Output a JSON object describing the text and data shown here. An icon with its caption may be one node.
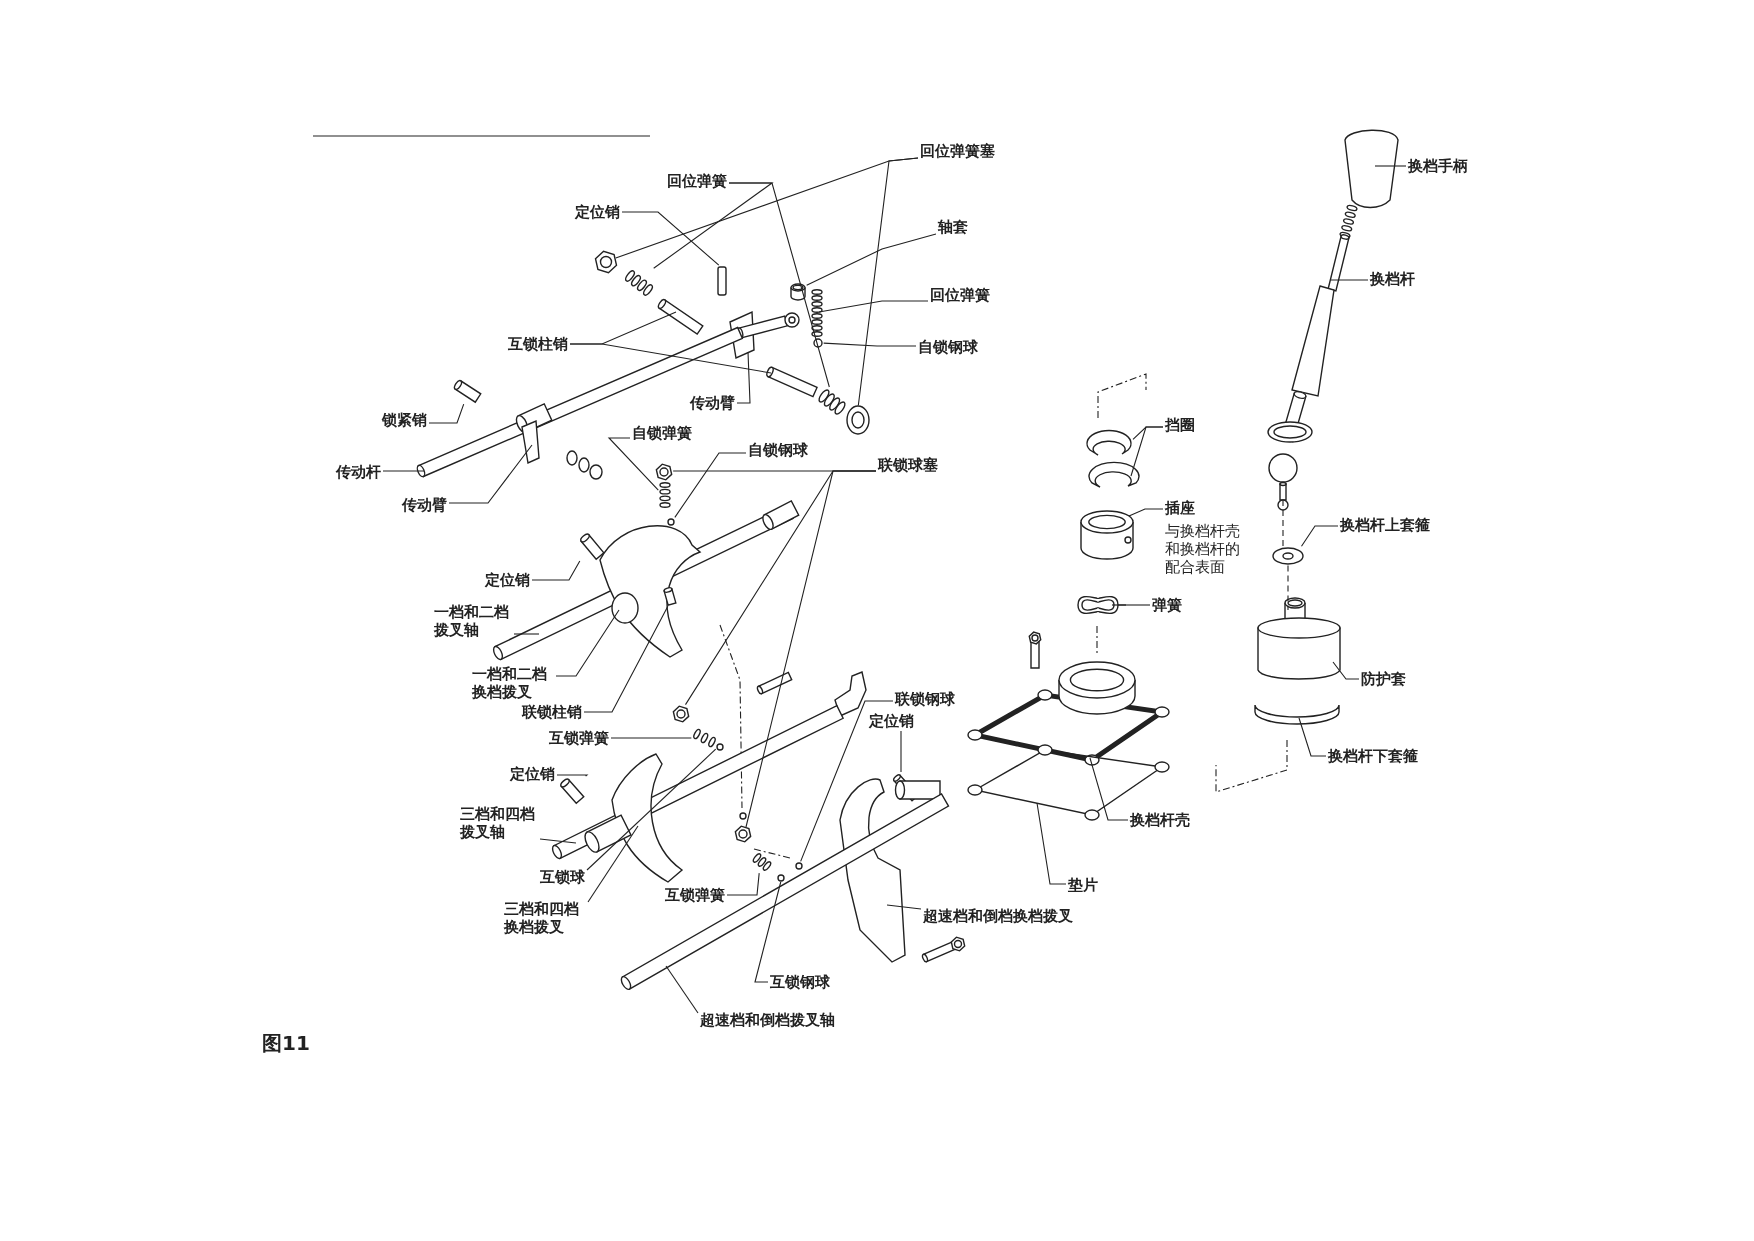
{
  "diagram": {
    "caption": "图11",
    "nodes": [
      {
        "text": [
          "回位弹簧塞"
        ]
      },
      {
        "text": [
          "回位弹簧"
        ]
      },
      {
        "text": [
          "定位销"
        ]
      },
      {
        "text": [
          "轴套"
        ]
      },
      {
        "text": [
          "回位弹簧"
        ]
      },
      {
        "text": [
          "自锁钢球"
        ]
      },
      {
        "text": [
          "互锁柱销"
        ]
      },
      {
        "text": [
          "传动臂"
        ]
      },
      {
        "text": [
          "锁紧销"
        ]
      },
      {
        "text": [
          "自锁弹簧"
        ]
      },
      {
        "text": [
          "自锁钢球"
        ]
      },
      {
        "text": [
          "联锁球塞"
        ]
      },
      {
        "text": [
          "传动杆"
        ]
      },
      {
        "text": [
          "传动臂"
        ]
      },
      {
        "text": [
          "定位销"
        ]
      },
      {
        "text": [
          "一档和二档拨叉轴"
        ]
      },
      {
        "text": [
          "一档和二档换档拨叉"
        ]
      },
      {
        "text": [
          "联锁柱销"
        ]
      },
      {
        "text": [
          "互锁弹簧"
        ]
      },
      {
        "text": [
          "联锁钢球"
        ]
      },
      {
        "text": [
          "定位销"
        ]
      },
      {
        "text": [
          "定位销"
        ]
      },
      {
        "text": [
          "三档和四档拨叉轴"
        ]
      },
      {
        "text": [
          "互锁球"
        ]
      },
      {
        "text": [
          "三档和四档换档拨叉"
        ]
      },
      {
        "text": [
          "互锁弹簧"
        ]
      },
      {
        "text": [
          "超速档和倒档换档拨叉"
        ]
      },
      {
        "text": [
          "互锁钢球"
        ]
      },
      {
        "text": [
          "超速档和倒档拨叉轴"
        ]
      },
      {
        "text": [
          "换档手柄"
        ]
      },
      {
        "text": [
          "换档杆"
        ]
      },
      {
        "text": [
          "挡圈"
        ]
      },
      {
        "text": [
          "插座"
        ]
      },
      {
        "text": [
          "换档杆上套箍"
        ]
      },
      {
        "text": [
          "弹簧"
        ]
      },
      {
        "text": [
          "防护套"
        ]
      },
      {
        "text": [
          "换档杆下套箍"
        ]
      },
      {
        "text": [
          "换档杆壳"
        ]
      },
      {
        "text": [
          "垫片"
        ]
      },
      {
        "text": [],
        "shape": "picture"
      },
      {
        "text": [],
        "shape": "picture"
      },
      {
        "text": [],
        "shape": "picture"
      },
      {
        "text": [],
        "shape": "picture"
      },
      {
        "text": [],
        "shape": "box"
      },
      {
        "text": [],
        "shape": "cylinder"
      },
      {
        "text": [],
        "shape": "picture"
      },
      {
        "text": [],
        "shape": "circle"
      },
      {
        "text": [],
        "shape": "picture"
      },
      {
        "text": [],
        "shape": "picture"
      },
      {
        "text": [],
        "shape": "picture"
      },
      {
        "text": [],
        "shape": "picture"
      },
      {
        "text": [],
        "shape": "picture"
      },
      {
        "text": [],
        "shape": "circle"
      },
      {
        "text": [],
        "shape": "picture"
      },
      {
        "text": [],
        "shape": "picture"
      },
      {
        "text": [],
        "shape": "picture"
      },
      {
        "text": [],
        "shape": "picture"
      },
      {
        "text": [],
        "shape": "picture"
      },
      {
        "text": [],
        "shape": "picture"
      },
      {
        "text": [],
        "shape": "picture"
      },
      {
        "text": [],
        "shape": "picture"
      },
      {
        "text": [],
        "shape": "picture"
      },
      {
        "text": [],
        "shape": "picture"
      },
      {
        "text": [],
        "shape": "circle"
      },
      {
        "text": [],
        "shape": "picture"
      },
      {
        "text": [],
        "shape": "picture"
      },
      {
        "text": [],
        "shape": "picture"
      },
      {
        "text": [],
        "shape": "circle"
      },
      {
        "text": [],
        "shape": "picture"
      },
      {
        "text": [],
        "shape": "picture"
      },
      {
        "text": [],
        "shape": "picture"
      },
      {
        "text": [],
        "shape": "circle"
      },
      {
        "text": [],
        "shape": "picture"
      },
      {
        "text": [],
        "shape": "picture"
      },
      {
        "text": [],
        "shape": "picture"
      },
      {
        "text": [],
        "shape": "picture"
      },
      {
        "text": [],
        "shape": "picture"
      },
      {
        "text": [],
        "shape": "picture"
      },
      {
        "text": [],
        "shape": "picture"
      },
      {
        "text": [],
        "shape": "picture"
      },
      {
        "text": [],
        "shape": "picture"
      },
      {
        "text": [],
        "shape": "picture"
      },
      {
        "text": [],
        "shape": "picture"
      },
      {
        "text": [],
        "shape": "picture"
      }
    ],
    "edges": [
      {
        "from": 0,
        "to": 39,
        "arrow": "none"
      },
      {
        "from": 0,
        "to": 40,
        "arrow": "none"
      },
      {
        "from": 1,
        "to": 41,
        "arrow": "none"
      },
      {
        "from": 1,
        "to": 42,
        "arrow": "none"
      },
      {
        "from": 2,
        "to": 43,
        "arrow": "none"
      },
      {
        "from": 3,
        "to": 44,
        "arrow": "none"
      },
      {
        "from": 4,
        "to": 45,
        "arrow": "none"
      },
      {
        "from": 5,
        "to": 46,
        "arrow": "none"
      },
      {
        "from": 6,
        "to": 47,
        "arrow": "none"
      },
      {
        "from": 6,
        "to": 48,
        "arrow": "none"
      },
      {
        "from": 7,
        "to": 49,
        "arrow": "none"
      },
      {
        "from": 8,
        "to": 50,
        "arrow": "none"
      },
      {
        "from": 9,
        "to": 51,
        "arrow": "none"
      },
      {
        "from": 10,
        "to": 52,
        "arrow": "none"
      },
      {
        "from": 11,
        "to": 53,
        "arrow": "none"
      },
      {
        "from": 11,
        "to": 54,
        "arrow": "none"
      },
      {
        "from": 11,
        "to": 55,
        "arrow": "none"
      },
      {
        "from": 12,
        "to": 56,
        "arrow": "none"
      },
      {
        "from": 13,
        "to": 57,
        "arrow": "none"
      },
      {
        "from": 14,
        "to": 58,
        "arrow": "none"
      },
      {
        "from": 15,
        "to": 59,
        "arrow": "none"
      },
      {
        "from": 16,
        "to": 60,
        "arrow": "none"
      },
      {
        "from": 17,
        "to": 61,
        "arrow": "none"
      },
      {
        "from": 18,
        "to": 62,
        "arrow": "none"
      },
      {
        "from": 19,
        "to": 63,
        "arrow": "none"
      },
      {
        "from": 20,
        "to": 64,
        "arrow": "none"
      },
      {
        "from": 21,
        "to": 65,
        "arrow": "none"
      },
      {
        "from": 22,
        "to": 66,
        "arrow": "none"
      },
      {
        "from": 23,
        "to": 67,
        "arrow": "none"
      },
      {
        "from": 24,
        "to": 68,
        "arrow": "none"
      },
      {
        "from": 25,
        "to": 69,
        "arrow": "none"
      },
      {
        "from": 26,
        "to": 70,
        "arrow": "none"
      },
      {
        "from": 27,
        "to": 71,
        "arrow": "none"
      },
      {
        "from": 28,
        "to": 72,
        "arrow": "none"
      },
      {
        "from": 29,
        "to": 73,
        "arrow": "none"
      },
      {
        "from": 30,
        "to": 74,
        "arrow": "none"
      },
      {
        "from": 31,
        "to": 75,
        "arrow": "none"
      },
      {
        "from": 31,
        "to": 76,
        "arrow": "none"
      },
      {
        "from": 32,
        "to": 77,
        "arrow": "none"
      },
      {
        "from": 33,
        "to": 78,
        "arrow": "none"
      },
      {
        "from": 34,
        "to": 79,
        "arrow": "none"
      },
      {
        "from": 35,
        "to": 80,
        "arrow": "none"
      },
      {
        "from": 36,
        "to": 81,
        "arrow": "none"
      },
      {
        "from": 37,
        "to": 82,
        "arrow": "none"
      },
      {
        "from": 38,
        "to": 83,
        "arrow": "none"
      },
      {
        "from": 74,
        "to": 78,
        "arrow": "none",
        "style": "dashed"
      },
      {
        "from": 78,
        "to": 80,
        "arrow": "none",
        "style": "dashed"
      }
    ],
    "labels": [
      "与换档杆壳和换档杆的配合表面"
    ]
  }
}
